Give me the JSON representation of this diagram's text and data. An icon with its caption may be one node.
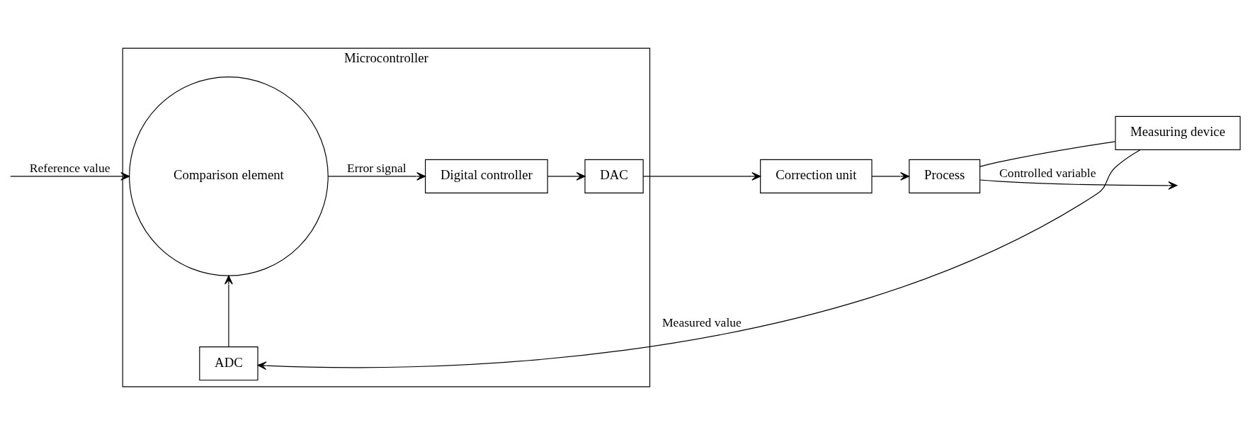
{
  "diagram": {
    "nodes": [
      {
        "text": [
          "Microcontroller"
        ]
      },
      {
        "text": [
          "Comparison element"
        ],
        "in": 0
      },
      {
        "text": [
          "Digital controller"
        ],
        "in": 0
      },
      {
        "text": [
          "DAC"
        ],
        "in": 0
      },
      {
        "text": [
          "ADC"
        ],
        "in": 0
      },
      {
        "text": [
          "Correction unit"
        ]
      },
      {
        "text": [
          "Process"
        ]
      },
      {
        "text": [
          "Measuring device"
        ]
      }
    ],
    "edges": [
      {
        "from": null,
        "to": 1,
        "arrow": "to",
        "label": "Reference value"
      },
      {
        "from": 1,
        "to": 2,
        "arrow": "to",
        "label": "Error signal"
      },
      {
        "from": 2,
        "to": 3,
        "arrow": "to"
      },
      {
        "from": 3,
        "to": 5,
        "arrow": "to"
      },
      {
        "from": 5,
        "to": 6,
        "arrow": "to"
      },
      {
        "from": 6,
        "to": null,
        "arrow": "to",
        "label": "Controlled variable"
      },
      {
        "from": 6,
        "to": 7,
        "arrow": "none"
      },
      {
        "from": 7,
        "to": 4,
        "arrow": "to",
        "label": "Measured value"
      },
      {
        "from": 4,
        "to": 1,
        "arrow": "to"
      }
    ]
  }
}
